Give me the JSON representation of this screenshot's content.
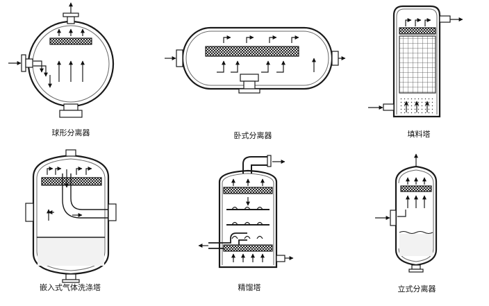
{
  "captions": {
    "spherical": "球形分离器",
    "horizontal": "卧式分离器",
    "packed": "填料塔",
    "embedded": "嵌入式气体洗涤塔",
    "distillation": "精馏塔",
    "vertical": "立式分离器"
  },
  "colors": {
    "stroke": "#1a1a1a",
    "shell": "#555555",
    "mesh_dark": "#222222",
    "mesh_light": "#dddddd"
  }
}
